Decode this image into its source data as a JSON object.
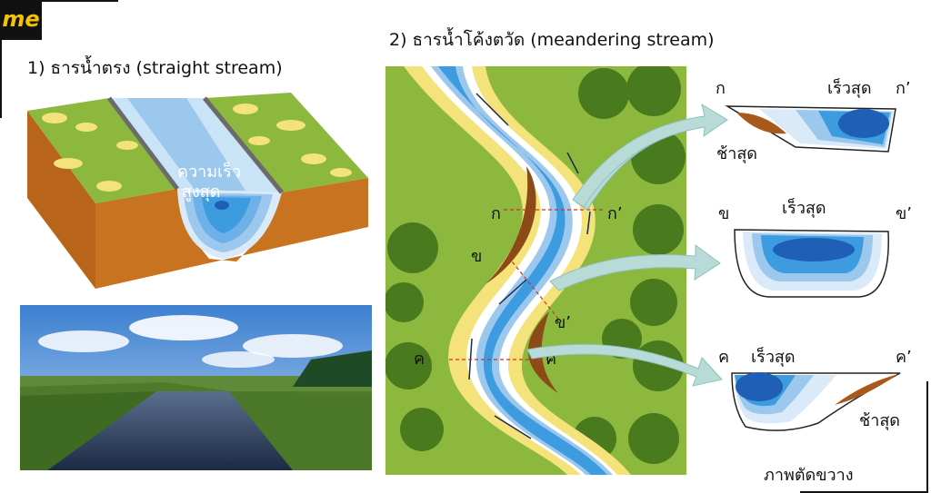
{
  "logo": {
    "text": "me"
  },
  "section1": {
    "title": "1) ธารน้ำตรง (straight stream)",
    "label_line1": "ความเร็ว",
    "label_line2": "สูงสุด"
  },
  "section2": {
    "title": "2) ธารน้ำโค้งตวัด (meandering stream)"
  },
  "map_labels": {
    "k": "ก",
    "k_prime": "ก’",
    "kh": "ข",
    "kh_prime": "ข’",
    "kho": "ค",
    "kho_prime": "ค’"
  },
  "cross_sections": {
    "a": {
      "left": "ก",
      "right": "ก’",
      "fast": "เร็วสุด",
      "slow": "ช้าสุด"
    },
    "b": {
      "left": "ข",
      "right": "ข’",
      "fast": "เร็วสุด"
    },
    "c": {
      "left": "ค",
      "right": "ค’",
      "fast": "เร็วสุด",
      "slow": "ช้าสุด"
    }
  },
  "caption": "ภาพตัดขวาง",
  "colors": {
    "deep": "#1f5fb5",
    "mid": "#3d9be0",
    "light": "#9cc8ee",
    "pale": "#dbeaf8",
    "sand": "#f4e27a",
    "grass": "#8db83e",
    "tree": "#4a7a1e",
    "soil": "#c8731f",
    "deposit": "#a85a1c"
  }
}
